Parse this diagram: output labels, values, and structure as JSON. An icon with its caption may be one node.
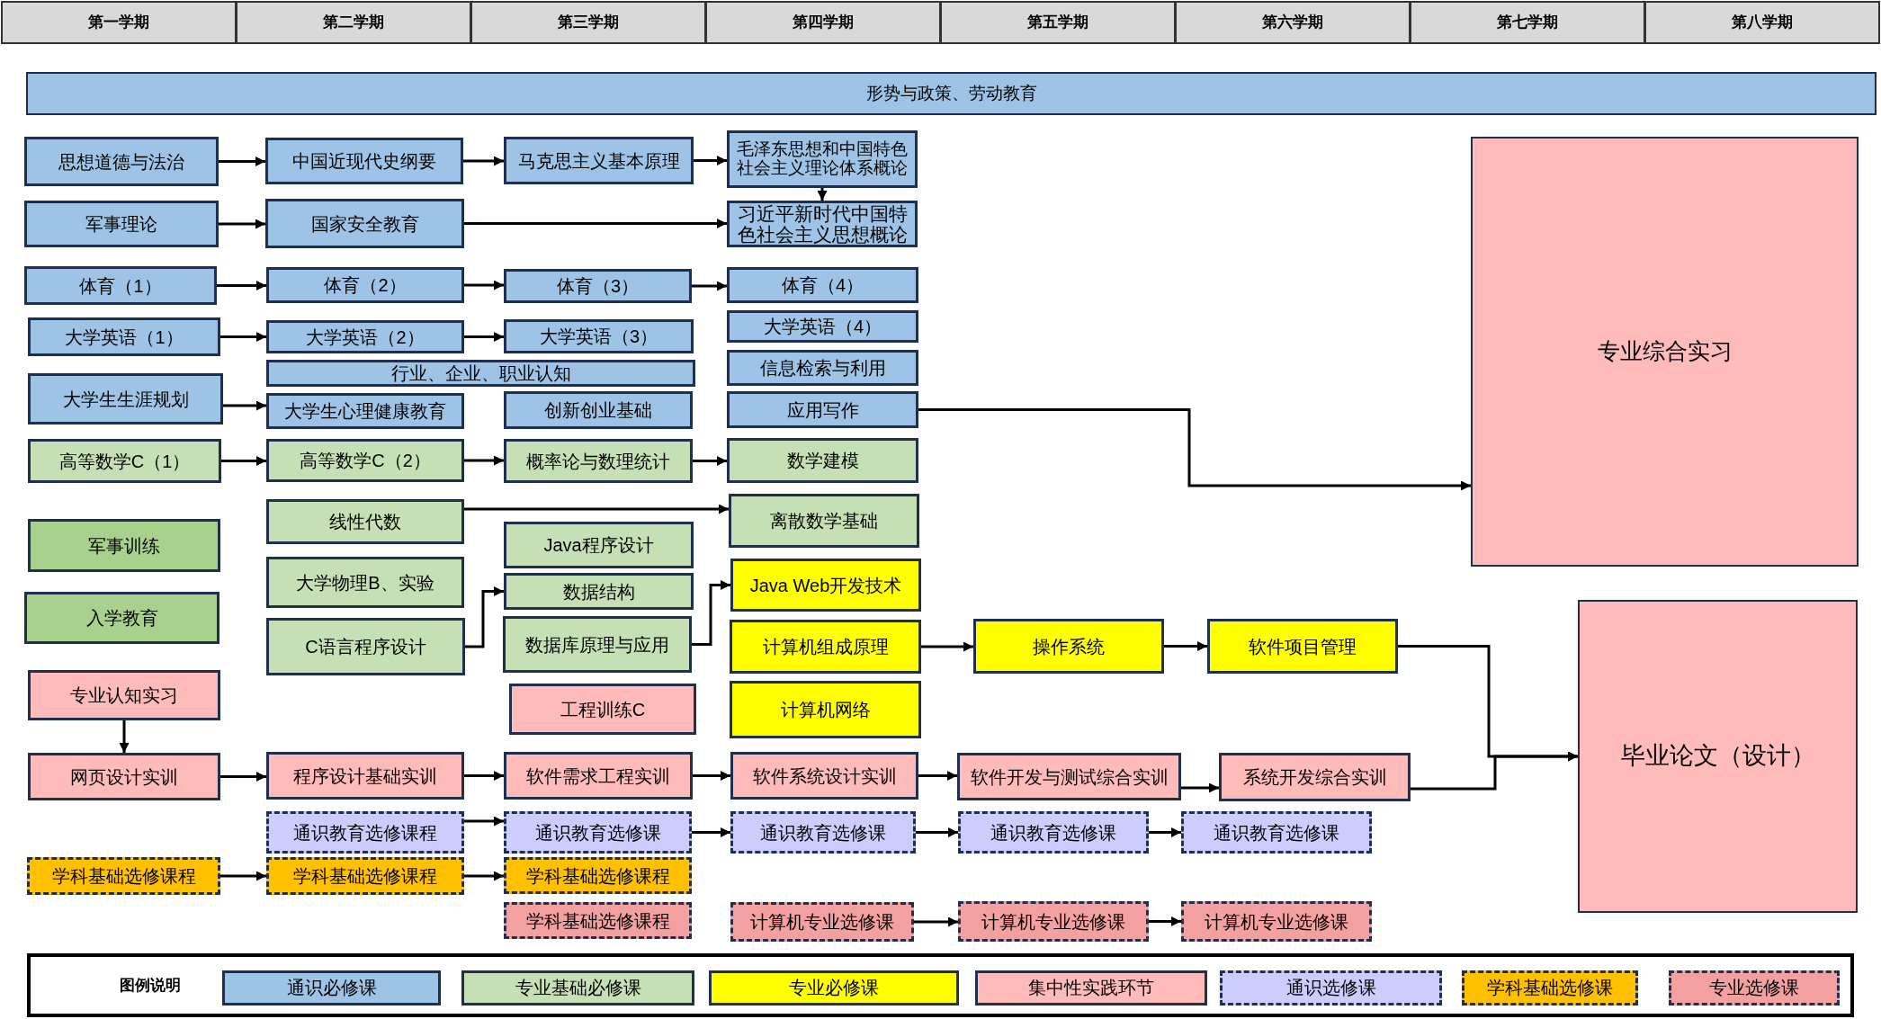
{
  "diagram": {
    "nodes": [
      {
        "text": [
          "第一学期"
        ]
      },
      {
        "text": [
          "第二学期"
        ]
      },
      {
        "text": [
          "第三学期"
        ]
      },
      {
        "text": [
          "第四学期"
        ]
      },
      {
        "text": [
          "第五学期"
        ]
      },
      {
        "text": [
          "第六学期"
        ]
      },
      {
        "text": [
          "第七学期"
        ]
      },
      {
        "text": [
          "第八学期"
        ]
      },
      {
        "text": [
          "形势与政策、劳动教育"
        ]
      },
      {
        "text": [
          "思想道德与法治"
        ]
      },
      {
        "text": [
          "中国近现代史纲要"
        ]
      },
      {
        "text": [
          "马克思主义基本原理"
        ]
      },
      {
        "text": [
          "毛泽东思想和中国特色社会主义理论体系概论"
        ]
      },
      {
        "text": [
          "专业综合实习"
        ]
      },
      {
        "text": [
          "军事理论"
        ]
      },
      {
        "text": [
          "国家安全教育"
        ]
      },
      {
        "text": [
          "习近平新时代中国特色社会主义思想概论"
        ]
      },
      {
        "text": [
          "体育（1）"
        ]
      },
      {
        "text": [
          "体育（2）"
        ]
      },
      {
        "text": [
          "体育（3）"
        ]
      },
      {
        "text": [
          "体育（4）"
        ]
      },
      {
        "text": [
          "大学英语（1）"
        ]
      },
      {
        "text": [
          "大学英语（2）"
        ]
      },
      {
        "text": [
          "大学英语（3）"
        ]
      },
      {
        "text": [
          "大学英语（4）"
        ]
      },
      {
        "text": [
          "行业、企业、职业认知"
        ]
      },
      {
        "text": [
          "信息检索与利用"
        ]
      },
      {
        "text": [
          "大学生生涯规划"
        ]
      },
      {
        "text": [
          "大学生心理健康教育"
        ]
      },
      {
        "text": [
          "创新创业基础"
        ]
      },
      {
        "text": [
          "应用写作"
        ]
      },
      {
        "text": [
          "高等数学C（1）"
        ]
      },
      {
        "text": [
          "高等数学C（2）"
        ]
      },
      {
        "text": [
          "概率论与数理统计"
        ]
      },
      {
        "text": [
          "数学建模"
        ]
      },
      {
        "text": [
          "军事训练"
        ]
      },
      {
        "text": [
          "线性代数"
        ]
      },
      {
        "text": [
          "离散数学基础"
        ]
      },
      {
        "text": [
          "Java程序设计"
        ]
      },
      {
        "text": [
          "入学教育"
        ]
      },
      {
        "text": [
          "大学物理B、实验"
        ]
      },
      {
        "text": [
          "数据结构"
        ]
      },
      {
        "text": [
          "Java Web开发技术"
        ]
      },
      {
        "text": [
          "C语言程序设计"
        ]
      },
      {
        "text": [
          "数据库原理与应用"
        ]
      },
      {
        "text": [
          "计算机组成原理"
        ]
      },
      {
        "text": [
          "操作系统"
        ]
      },
      {
        "text": [
          "软件项目管理"
        ]
      },
      {
        "text": [
          "毕业论文（设计）"
        ]
      },
      {
        "text": [
          "专业认知实习"
        ]
      },
      {
        "text": [
          "工程训练C"
        ]
      },
      {
        "text": [
          "计算机网络"
        ]
      },
      {
        "text": [
          "网页设计实训"
        ]
      },
      {
        "text": [
          "程序设计基础实训"
        ]
      },
      {
        "text": [
          "软件需求工程实训"
        ]
      },
      {
        "text": [
          "软件系统设计实训"
        ]
      },
      {
        "text": [
          "软件开发与测试综合实训"
        ]
      },
      {
        "text": [
          "系统开发综合实训"
        ]
      },
      {
        "text": [
          "通识教育选修课程"
        ]
      },
      {
        "text": [
          "通识教育选修课"
        ]
      },
      {
        "text": [
          "通识教育选修课"
        ]
      },
      {
        "text": [
          "通识教育选修课"
        ]
      },
      {
        "text": [
          "通识教育选修课"
        ]
      },
      {
        "text": [
          "学科基础选修课程"
        ]
      },
      {
        "text": [
          "学科基础选修课程"
        ]
      },
      {
        "text": [
          "学科基础选修课程"
        ]
      },
      {
        "text": [
          "学科基础选修课程"
        ]
      },
      {
        "text": [
          "计算机专业选修课"
        ]
      },
      {
        "text": [
          "计算机专业选修课"
        ]
      },
      {
        "text": [
          "计算机专业选修课"
        ]
      }
    ],
    "edges": [
      {
        "from": 9,
        "to": 10,
        "arrow": "to"
      },
      {
        "from": 10,
        "to": 11,
        "arrow": "to"
      },
      {
        "from": 11,
        "to": 12,
        "arrow": "to"
      },
      {
        "from": 12,
        "to": 16,
        "arrow": "to"
      },
      {
        "from": 14,
        "to": 15,
        "arrow": "to"
      },
      {
        "from": 15,
        "to": 16,
        "arrow": "to"
      },
      {
        "from": 17,
        "to": 18,
        "arrow": "to"
      },
      {
        "from": 18,
        "to": 19,
        "arrow": "to"
      },
      {
        "from": 19,
        "to": 20,
        "arrow": "to"
      },
      {
        "from": 21,
        "to": 22,
        "arrow": "to"
      },
      {
        "from": 22,
        "to": 23,
        "arrow": "to"
      },
      {
        "from": 27,
        "to": 28,
        "arrow": "to"
      },
      {
        "from": 31,
        "to": 32,
        "arrow": "to"
      },
      {
        "from": 32,
        "to": 33,
        "arrow": "to"
      },
      {
        "from": 33,
        "to": 34,
        "arrow": "to"
      },
      {
        "from": 30,
        "to": 13,
        "arrow": "to"
      },
      {
        "from": 36,
        "to": 37,
        "arrow": "to"
      },
      {
        "from": 43,
        "to": 41,
        "arrow": "to"
      },
      {
        "from": 44,
        "to": 42,
        "arrow": "to"
      },
      {
        "from": 45,
        "to": 46,
        "arrow": "to"
      },
      {
        "from": 46,
        "to": 47,
        "arrow": "to"
      },
      {
        "from": 47,
        "to": 48,
        "arrow": "to"
      },
      {
        "from": 57,
        "to": 48,
        "arrow": "to"
      },
      {
        "from": 49,
        "to": 52,
        "arrow": "to"
      },
      {
        "from": 52,
        "to": 53,
        "arrow": "to"
      },
      {
        "from": 53,
        "to": 54,
        "arrow": "to"
      },
      {
        "from": 54,
        "to": 55,
        "arrow": "to"
      },
      {
        "from": 55,
        "to": 56,
        "arrow": "to"
      },
      {
        "from": 56,
        "to": 57,
        "arrow": "to"
      },
      {
        "from": 58,
        "to": 59,
        "arrow": "to"
      },
      {
        "from": 59,
        "to": 60,
        "arrow": "to"
      },
      {
        "from": 60,
        "to": 61,
        "arrow": "to"
      },
      {
        "from": 61,
        "to": 62,
        "arrow": "to"
      },
      {
        "from": 63,
        "to": 64,
        "arrow": "to"
      },
      {
        "from": 64,
        "to": 65,
        "arrow": "to"
      },
      {
        "from": 67,
        "to": 68,
        "arrow": "to"
      },
      {
        "from": 68,
        "to": 69,
        "arrow": "to"
      }
    ],
    "labels": [
      "图例说明"
    ],
    "legend": [
      {
        "text": "通识必修课",
        "color": "#9dc3e6"
      },
      {
        "text": "专业基础必修课",
        "color": "#c5e0b4"
      },
      {
        "text": "专业必修课",
        "color": "#ffff00"
      },
      {
        "text": "集中性实践环节",
        "color": "#ffbaba"
      },
      {
        "text": "通识选修课",
        "color": "#ccccff"
      },
      {
        "text": "学科基础选修课",
        "color": "#ffc000"
      },
      {
        "text": "专业选修课",
        "color": "#f4a0a0"
      }
    ]
  }
}
